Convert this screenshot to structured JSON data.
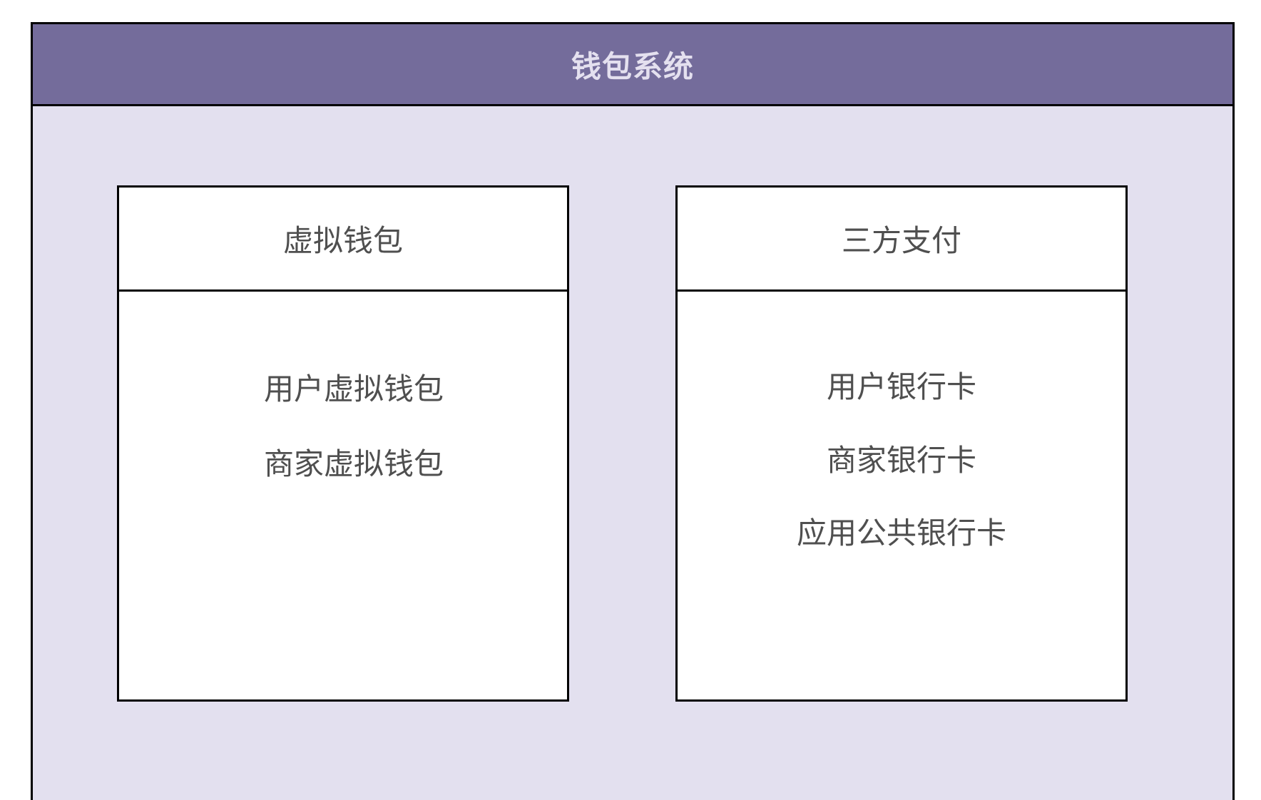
{
  "system": {
    "title": "钱包系统",
    "colors": {
      "header_bg": "#746c9b",
      "header_text": "#e4e0ef",
      "container_bg": "#e3e0ef",
      "box_bg": "#ffffff",
      "border": "#000000",
      "text": "#4f4f4f"
    }
  },
  "boxes": [
    {
      "title": "虚拟钱包",
      "items": [
        "用户虚拟钱包",
        "商家虚拟钱包"
      ]
    },
    {
      "title": "三方支付",
      "items": [
        "用户银行卡",
        "商家银行卡",
        "应用公共银行卡"
      ]
    }
  ]
}
